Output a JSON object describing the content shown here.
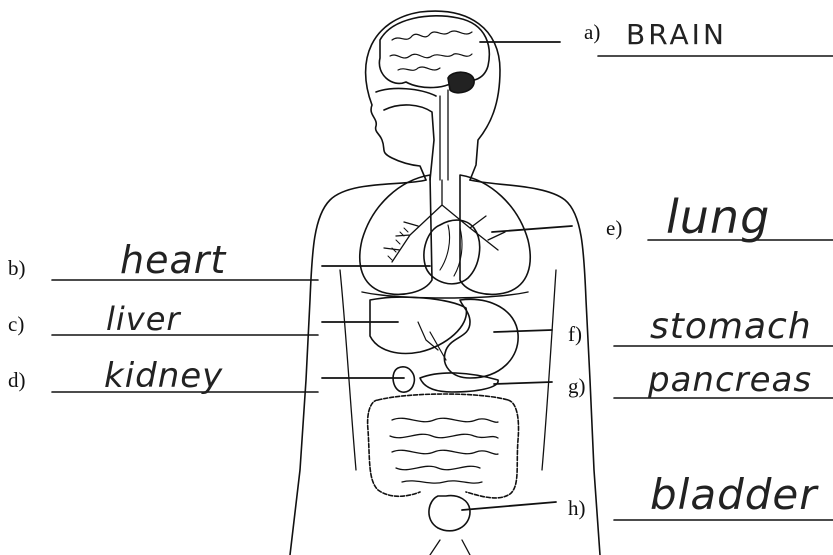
{
  "labels": [
    {
      "id": "a",
      "letter": "a)",
      "answer": "BRAIN"
    },
    {
      "id": "b",
      "letter": "b)",
      "answer": "heart"
    },
    {
      "id": "c",
      "letter": "c)",
      "answer": "liver"
    },
    {
      "id": "d",
      "letter": "d)",
      "answer": "kidney"
    },
    {
      "id": "e",
      "letter": "e)",
      "answer": "lung"
    },
    {
      "id": "f",
      "letter": "f)",
      "answer": "stomach"
    },
    {
      "id": "g",
      "letter": "g)",
      "answer": "pancreas"
    },
    {
      "id": "h",
      "letter": "h)",
      "answer": "bladder"
    }
  ],
  "colors": {
    "ink": "#111111",
    "pencil": "#222222",
    "background": "#ffffff"
  }
}
